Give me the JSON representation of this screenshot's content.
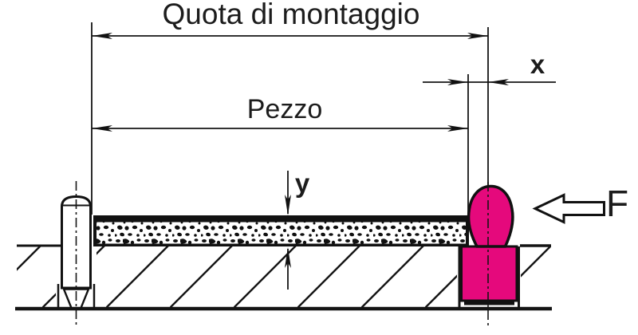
{
  "drawing": {
    "labels": {
      "mounting_dimension": "Quota di montaggio",
      "workpiece": "Pezzo",
      "clearance_x": "x",
      "thickness_y": "y",
      "force": "F"
    },
    "colors": {
      "stop_pin_magenta": "#E5097C",
      "line_black": "#141414",
      "background": "#FFFFFF"
    }
  }
}
